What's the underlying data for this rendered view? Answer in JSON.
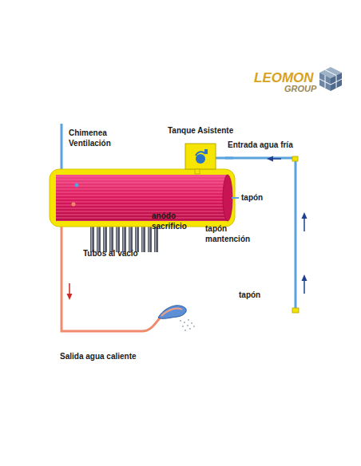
{
  "diagram": {
    "nodes": [
      {
        "text": [
          "Tanque Asistente"
        ]
      }
    ],
    "labels": [
      "Chimenea Ventilación",
      "Entrada agua fría",
      "tapón",
      "anódo sacrificio",
      "tapón mantención",
      "Tubos al vacío",
      "tapón",
      "Salida agua caliente",
      "LEOMON",
      "GROUP"
    ]
  }
}
